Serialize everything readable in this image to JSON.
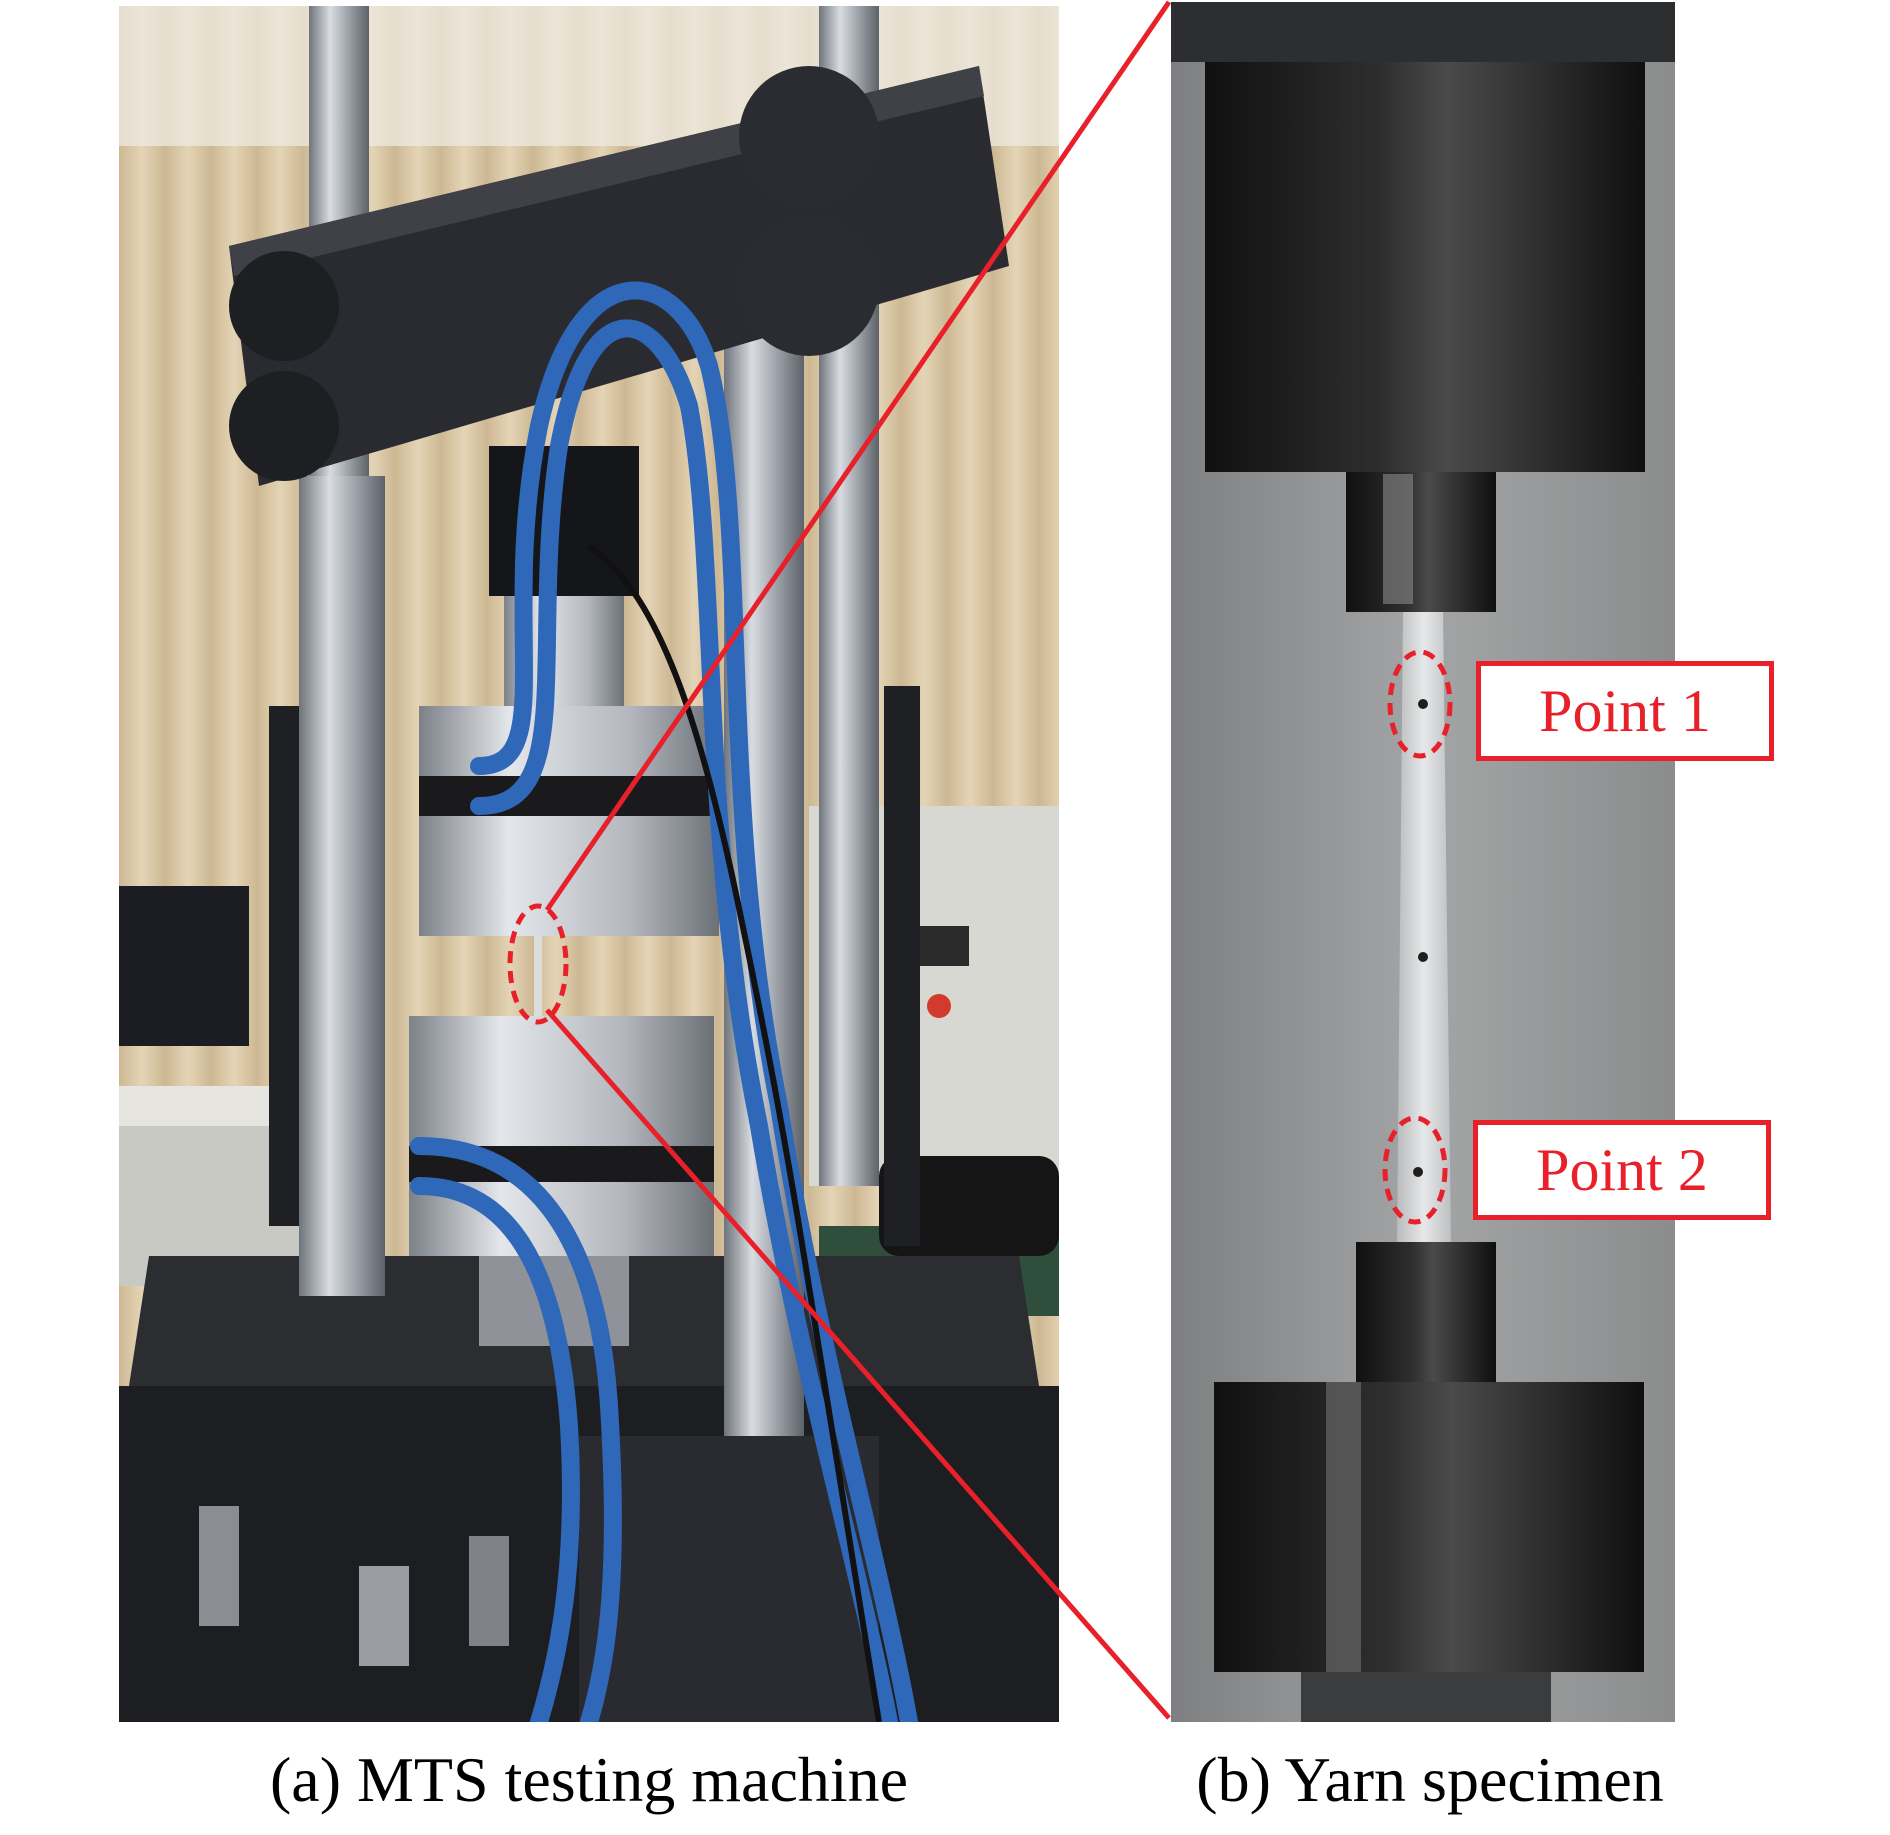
{
  "figure": {
    "caption_a": "(a) MTS testing machine",
    "caption_b": "(b) Yarn specimen",
    "callouts": [
      {
        "label": "Point 1"
      },
      {
        "label": "Point 2"
      }
    ]
  },
  "colors": {
    "highlight": "#e8202a",
    "hose": "#2f68b8",
    "frame": "#2b2c30",
    "steel": "#b8bcc2",
    "curtain": "#d6c3a1"
  }
}
